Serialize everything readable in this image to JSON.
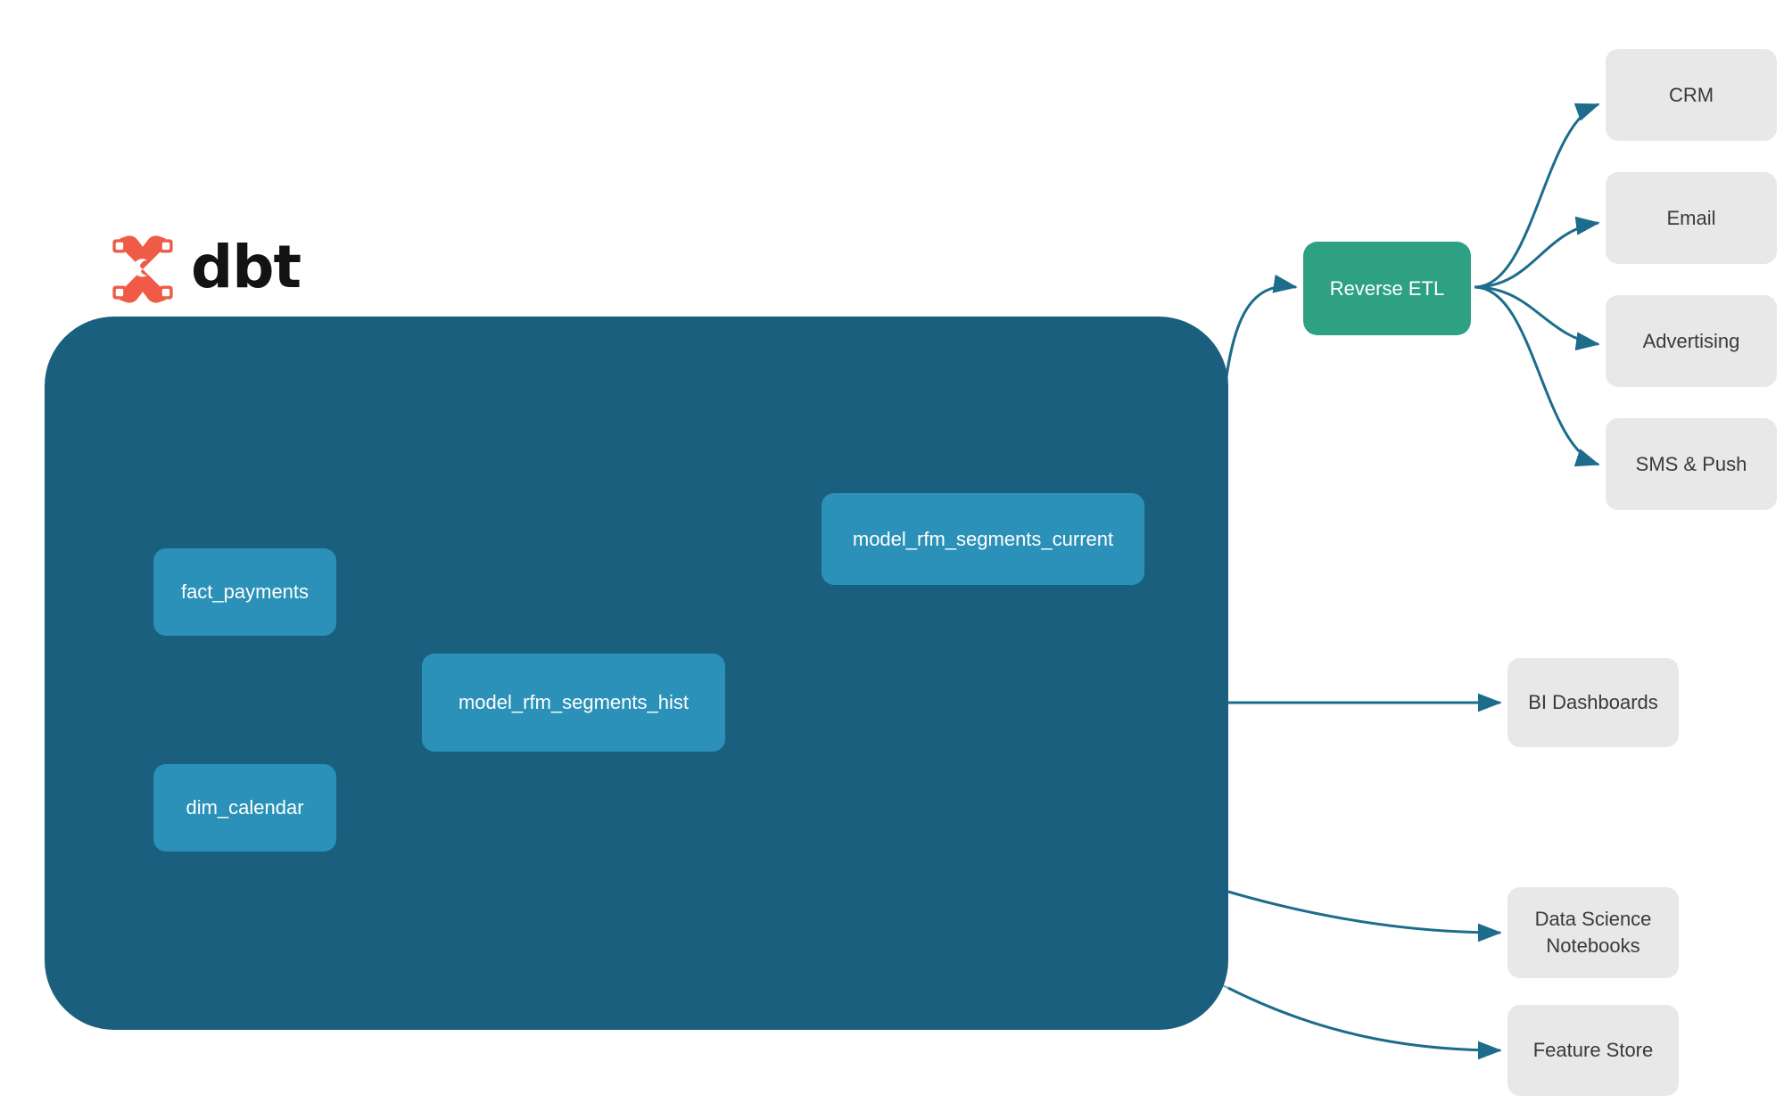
{
  "diagram": {
    "title": "dbt RFM segmentation lineage and activation flow",
    "brand": {
      "wordmark": "dbt",
      "logo_icon": "dbt-logo-icon",
      "logo_color": "#ef5b47"
    },
    "colors": {
      "canvas": "#ffffff",
      "container": "#1b5f7e",
      "model_node": "#2b91b8",
      "reverse_etl_node": "#2ea183",
      "destination_node": "#e8e8e8",
      "edge_outside": "#1d6c8c",
      "edge_inside": "#3f9bbd",
      "node_text_light": "#ffffff",
      "node_text_dark": "#3a3a3a",
      "brand_orange": "#ef5b47"
    },
    "container": {
      "name": "dbt-project-container",
      "label": ""
    },
    "nodes": {
      "sources": [
        {
          "id": "fact-payments",
          "label": "fact_payments"
        },
        {
          "id": "dim-calendar",
          "label": "dim_calendar"
        }
      ],
      "models": [
        {
          "id": "model-rfm-segments-hist",
          "label": "model_rfm_segments_hist"
        },
        {
          "id": "model-rfm-segments-current",
          "label": "model_rfm_segments_current"
        }
      ],
      "activation": {
        "id": "reverse-etl",
        "label": "Reverse ETL"
      },
      "activation_destinations": [
        {
          "id": "crm",
          "label": "CRM"
        },
        {
          "id": "email",
          "label": "Email"
        },
        {
          "id": "advertising",
          "label": "Advertising"
        },
        {
          "id": "sms-push",
          "label": "SMS & Push"
        }
      ],
      "analytics_destinations": [
        {
          "id": "bi-dashboards",
          "label": "BI Dashboards"
        },
        {
          "id": "ds-notebooks",
          "label": "Data Science\nNotebooks"
        },
        {
          "id": "feature-store",
          "label": "Feature Store"
        }
      ]
    },
    "edges": [
      {
        "from": "fact_payments",
        "to": "model_rfm_segments_hist"
      },
      {
        "from": "dim_calendar",
        "to": "model_rfm_segments_hist"
      },
      {
        "from": "model_rfm_segments_hist",
        "to": "model_rfm_segments_current"
      },
      {
        "from": "model_rfm_segments_current",
        "to": "Reverse ETL"
      },
      {
        "from": "model_rfm_segments_hist",
        "to": "BI Dashboards"
      },
      {
        "from": "model_rfm_segments_hist",
        "to": "Data Science Notebooks"
      },
      {
        "from": "model_rfm_segments_hist",
        "to": "Feature Store"
      },
      {
        "from": "Reverse ETL",
        "to": "CRM"
      },
      {
        "from": "Reverse ETL",
        "to": "Email"
      },
      {
        "from": "Reverse ETL",
        "to": "Advertising"
      },
      {
        "from": "Reverse ETL",
        "to": "SMS & Push"
      }
    ]
  }
}
